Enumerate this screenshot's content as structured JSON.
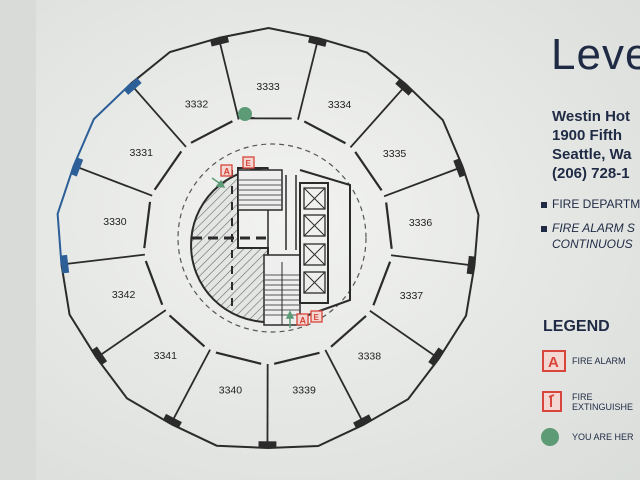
{
  "sign": {
    "title": "Leve",
    "address_lines": [
      "Westin Hot",
      "1900 Fifth",
      "Seattle, Wa",
      "(206) 728-1"
    ],
    "notes": [
      "FIRE DEPARTM",
      "FIRE ALARM S",
      "CONTINUOUS"
    ]
  },
  "legend": {
    "title": "LEGEND",
    "items": [
      {
        "label": "FIRE ALARM",
        "icon": "fire-alarm-icon",
        "color": "#d8453a"
      },
      {
        "label_line1": "FIRE",
        "label_line2": "EXTINGUISHE",
        "icon": "fire-extinguisher-icon",
        "color": "#d8453a"
      },
      {
        "label": "YOU ARE HER",
        "icon": "you-are-here-dot",
        "color": "#5d9a76"
      }
    ]
  },
  "floor_plan": {
    "rooms": [
      "3334",
      "3335",
      "3336",
      "3337",
      "3338",
      "3339",
      "3340",
      "3341",
      "3342",
      "3330",
      "3331",
      "3332",
      "3333"
    ],
    "colors": {
      "wall": "#2b2b2b",
      "wall_highlight": "#2c5e97",
      "you_are_here": "#5d9a76",
      "alarm": "#d8453a",
      "paper": "#e9ebe9"
    }
  }
}
